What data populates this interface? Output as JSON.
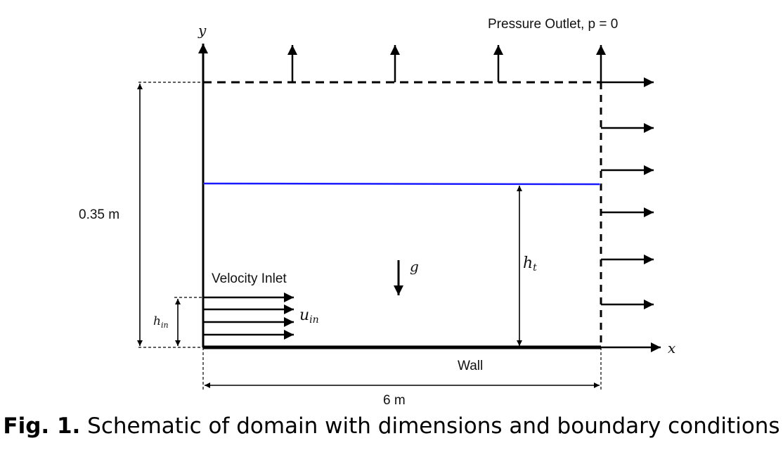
{
  "labels": {
    "y_axis": "y",
    "x_axis": "x",
    "outlet": "Pressure Outlet, p = 0",
    "height": "0.35 m",
    "inlet": "Velocity Inlet",
    "u_in_main": "u",
    "u_in_sub": "in",
    "h_in_main": "h",
    "h_in_sub": "in",
    "gravity": "g",
    "h_t_main": "h",
    "h_t_sub": "t",
    "wall": "Wall",
    "length": "6 m"
  },
  "caption": {
    "prefix": "Fig. 1.",
    "text": " Schematic of domain with dimensions and boundary conditions"
  },
  "colors": {
    "water_surface": "#1a1aff",
    "ink": "#000000"
  }
}
